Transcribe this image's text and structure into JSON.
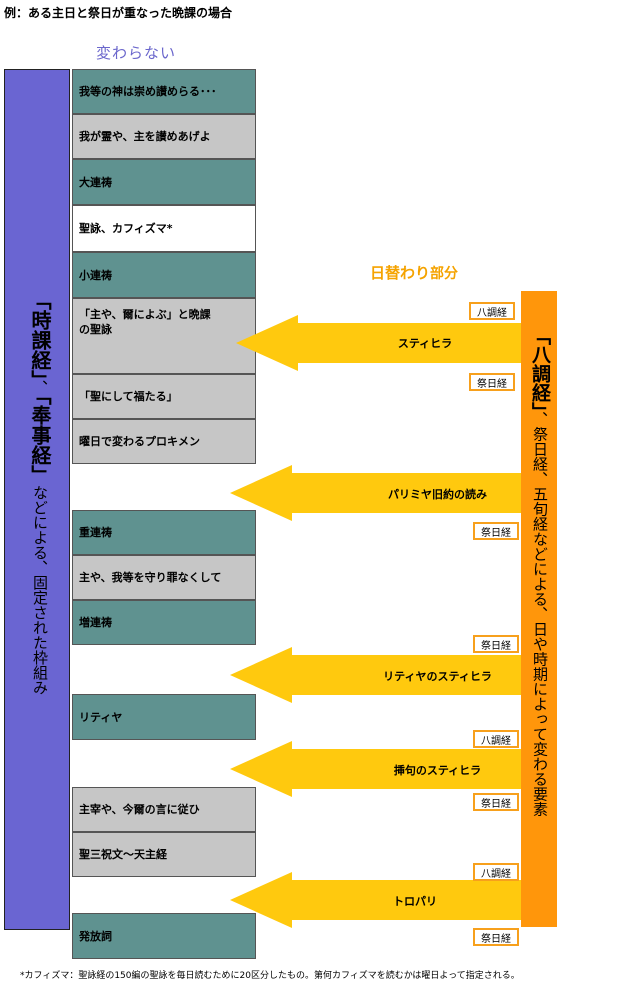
{
  "title": "例：ある主日と祭日が重なった晩課の場合",
  "fixed_label": "変わらない",
  "variable_label_main": "日替わり",
  "variable_label_sub": "部分",
  "left_bar": {
    "quote1": "「時課経」",
    "sep": "、",
    "quote2": "「奉事経」",
    "rest": "などによる、固定された枠組み"
  },
  "rows": [
    {
      "label": "我等の神は崇め讃めらる･･･"
    },
    {
      "label": "我が霊や、主を讃めあげよ"
    },
    {
      "label": "大連祷"
    },
    {
      "label": "聖詠、カフィズマ*"
    },
    {
      "label": "小連祷"
    },
    {
      "label": "「主や、爾によぶ」と晩課の聖詠"
    },
    {
      "label": "「聖にして福たる」"
    },
    {
      "label": "曜日で変わるプロキメン"
    },
    {
      "label": "重連祷"
    },
    {
      "label": "主や、我等を守り罪なくして"
    },
    {
      "label": "増連祷"
    },
    {
      "label": "リティヤ"
    },
    {
      "label": "主宰や、今爾の言に従ひ"
    },
    {
      "label": "聖三祝文～天主経"
    },
    {
      "label": "発放詞"
    }
  ],
  "right_bar": {
    "quote": "「八調経」",
    "rest": "、祭日経、五旬経などによる、日や時期によって変わる要素"
  },
  "arrows": [
    {
      "label": "スティヒラ"
    },
    {
      "label": "パリミヤ旧約の読み"
    },
    {
      "label": "リティヤのスティヒラ"
    },
    {
      "label": "挿句のスティヒラ"
    },
    {
      "label": "トロパリ"
    }
  ],
  "tags": {
    "octoechos": "八調経",
    "menaion": "祭日経"
  },
  "footnote": "*カフィズマ：聖詠経の150編の聖詠を毎日読むために20区分したもの。第何カフィズマを読むかは曜日よって指定される。",
  "colors": {
    "left_bar": "#6a65d2",
    "teal_row": "#5f9290",
    "gray_row": "#c6c6c6",
    "right_bar": "#ff960b",
    "arrow": "#ffc90e",
    "tag_border": "#f7a01c"
  }
}
